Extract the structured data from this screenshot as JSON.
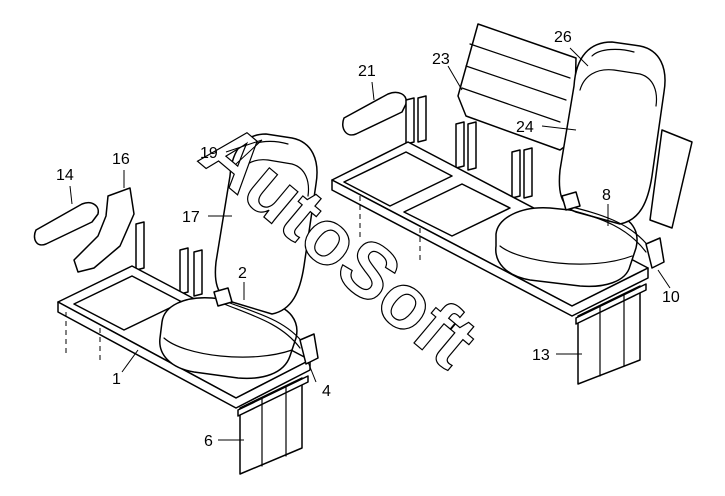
{
  "watermark": "AutoSoft",
  "callouts": {
    "c1": "1",
    "c2": "2",
    "c4": "4",
    "c6": "6",
    "c8": "8",
    "c10": "10",
    "c13": "13",
    "c14": "14",
    "c16": "16",
    "c17": "17",
    "c19": "19",
    "c21": "21",
    "c23": "23",
    "c24": "24",
    "c26": "26"
  },
  "colors": {
    "line": "#000000",
    "background": "#ffffff"
  }
}
